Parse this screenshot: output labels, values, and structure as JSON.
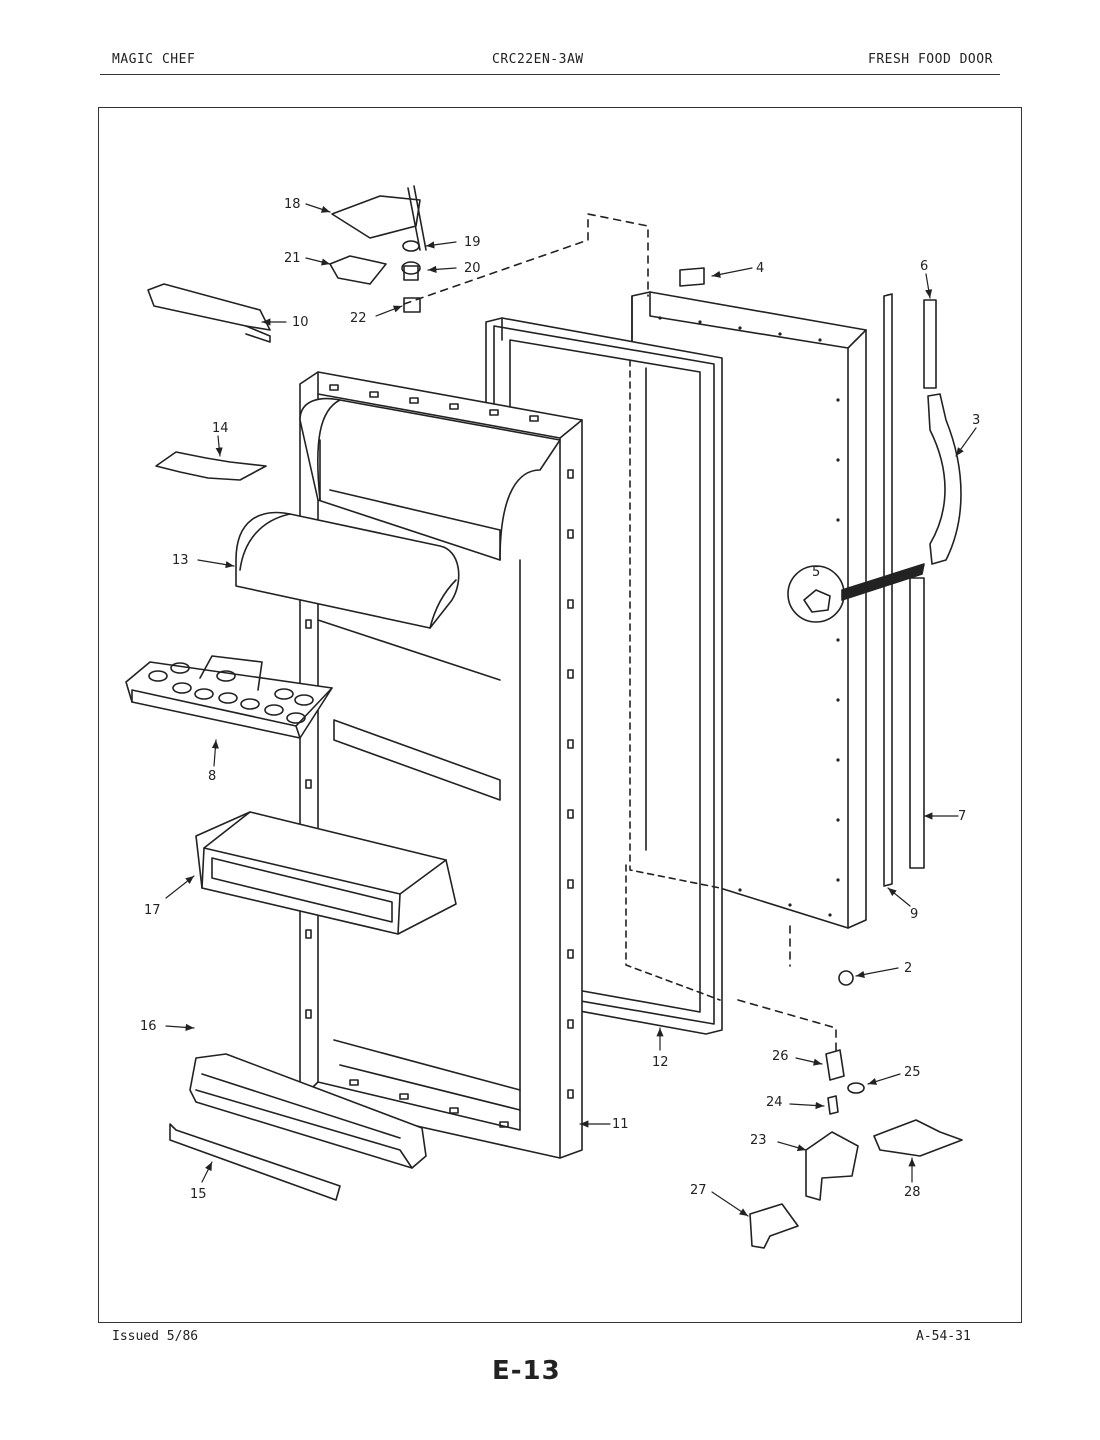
{
  "header": {
    "left": "MAGIC CHEF",
    "center": "CRC22EN-3AW",
    "right": "FRESH FOOD DOOR"
  },
  "footer": {
    "issued": "Issued 5/86",
    "code": "A-54-31"
  },
  "page_number": "E-13",
  "callouts": [
    "2",
    "3",
    "4",
    "5",
    "6",
    "7",
    "8",
    "9",
    "10",
    "11",
    "12",
    "13",
    "14",
    "15",
    "16",
    "17",
    "18",
    "19",
    "20",
    "21",
    "22",
    "23",
    "24",
    "25",
    "26",
    "27",
    "28"
  ]
}
